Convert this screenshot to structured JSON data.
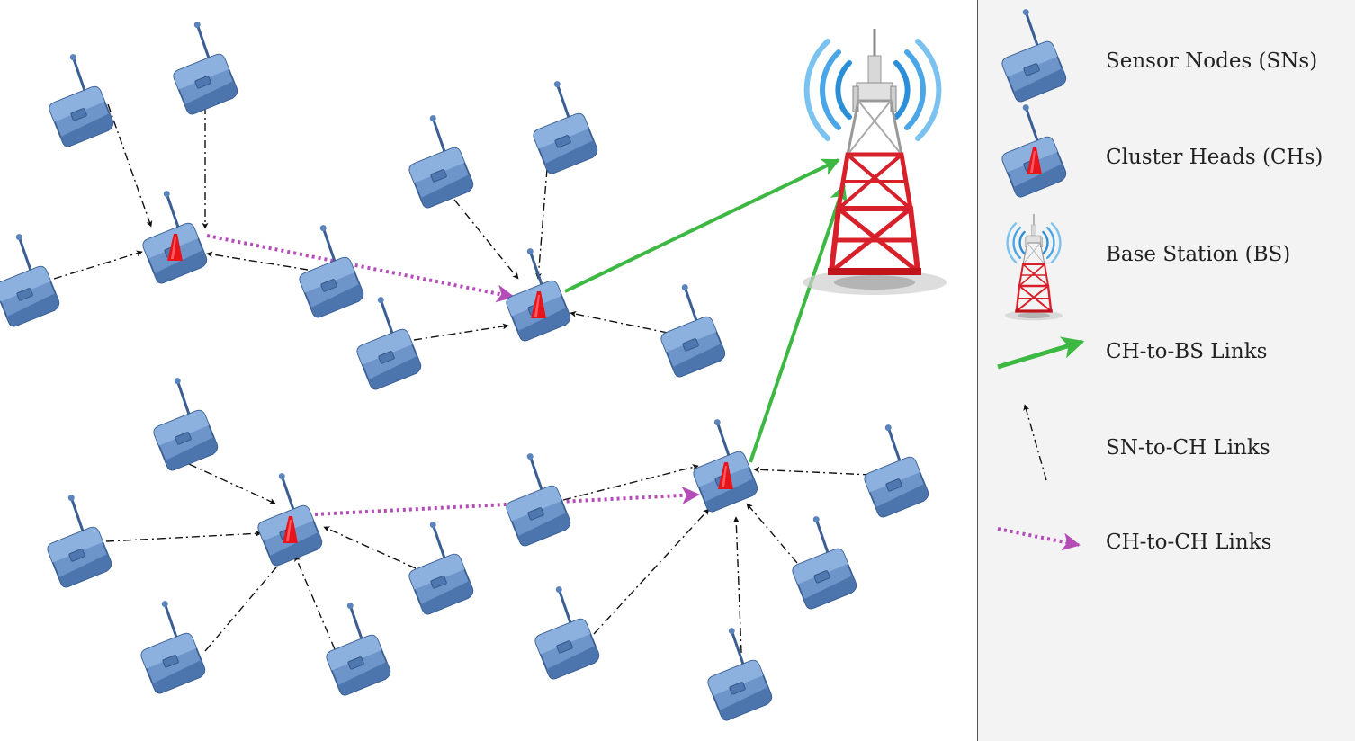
{
  "legend": {
    "sensor_nodes": "Sensor Nodes (SNs)",
    "cluster_heads": "Cluster Heads (CHs)",
    "base_station": "Base Station (BS)",
    "ch_to_bs": "CH-to-BS Links",
    "sn_to_ch": "SN-to-CH Links",
    "ch_to_ch": "CH-to-CH Links"
  },
  "colors": {
    "node_fill": "#6d95c9",
    "node_stroke": "#3a5e93",
    "cluster_head_marker": "#e8141b",
    "ch_to_bs_link": "#3cb843",
    "ch_to_ch_link": "#b54db8",
    "sn_to_ch_link": "#111111",
    "tower_red": "#d8202a",
    "signal_blue": "#2a8fd8"
  },
  "icons": {
    "sensor_node": "sensor-node-icon",
    "cluster_head": "cluster-head-icon",
    "base_station": "base-station-tower-icon"
  }
}
